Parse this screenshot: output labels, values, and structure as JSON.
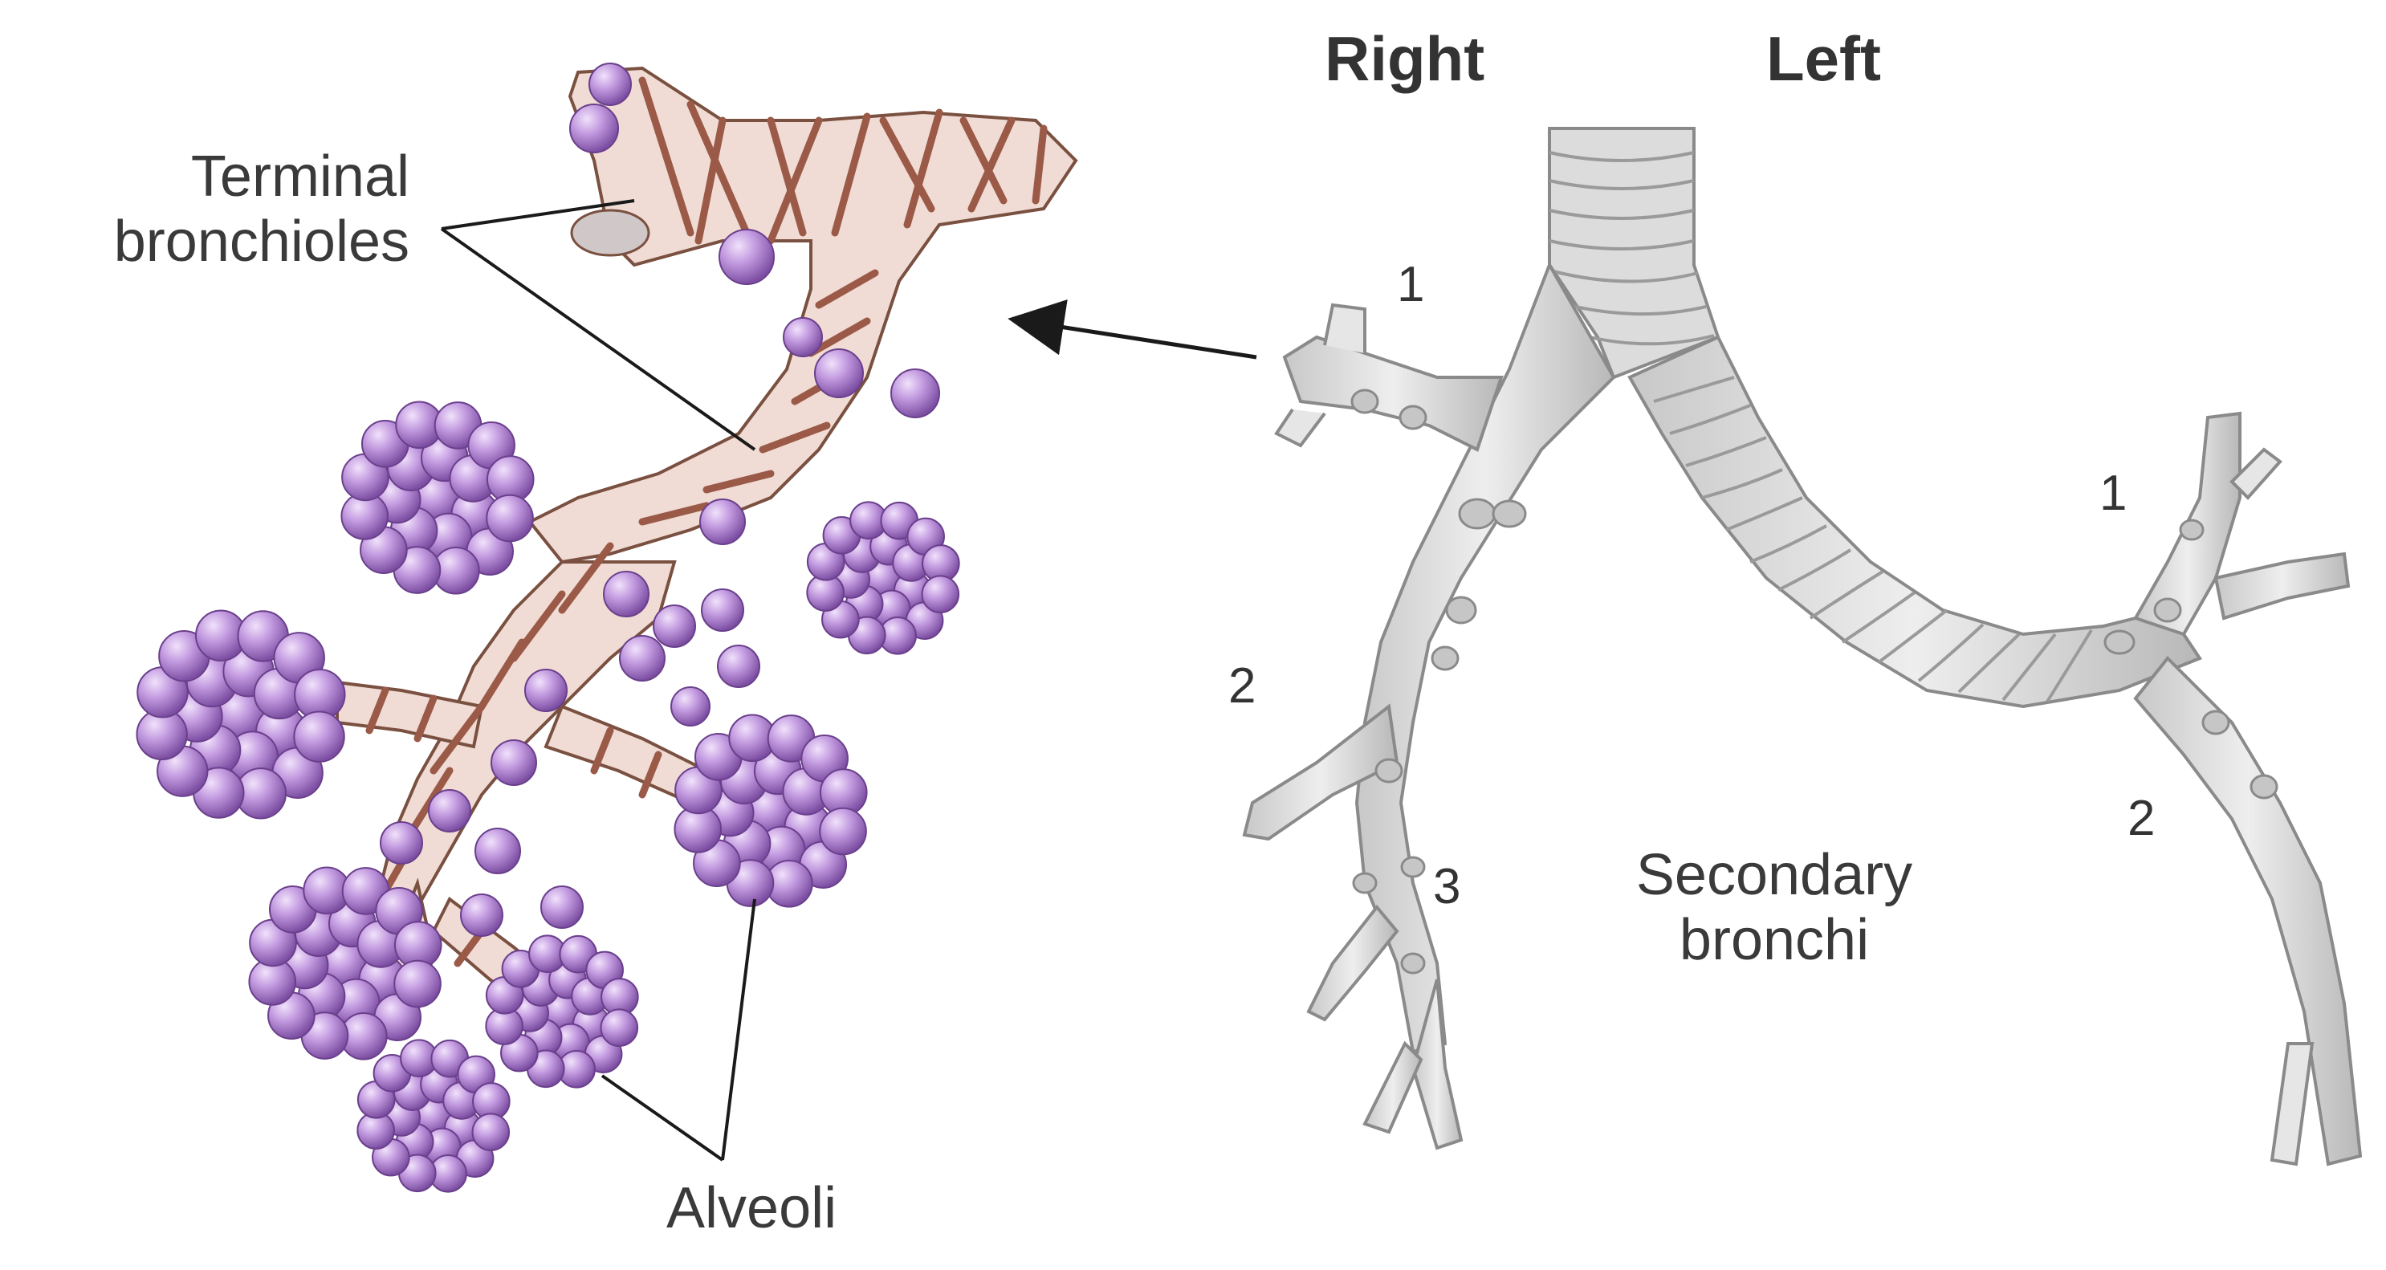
{
  "labels": {
    "right": "Right",
    "left": "Left",
    "terminal_bronchioles": [
      "Terminal",
      "bronchioles"
    ],
    "alveoli": "Alveoli",
    "secondary_bronchi": [
      "Secondary",
      "bronchi"
    ],
    "right_branch_numbers": [
      "1",
      "2",
      "3"
    ],
    "left_branch_numbers": [
      "1",
      "2"
    ]
  },
  "colors": {
    "alveoli": "#b58ad4",
    "bronchiole": "#f0dcd4",
    "muscle_bands": "#9b5a48",
    "bronchi": "#d8d8d8",
    "text": "#3a3a3a"
  }
}
